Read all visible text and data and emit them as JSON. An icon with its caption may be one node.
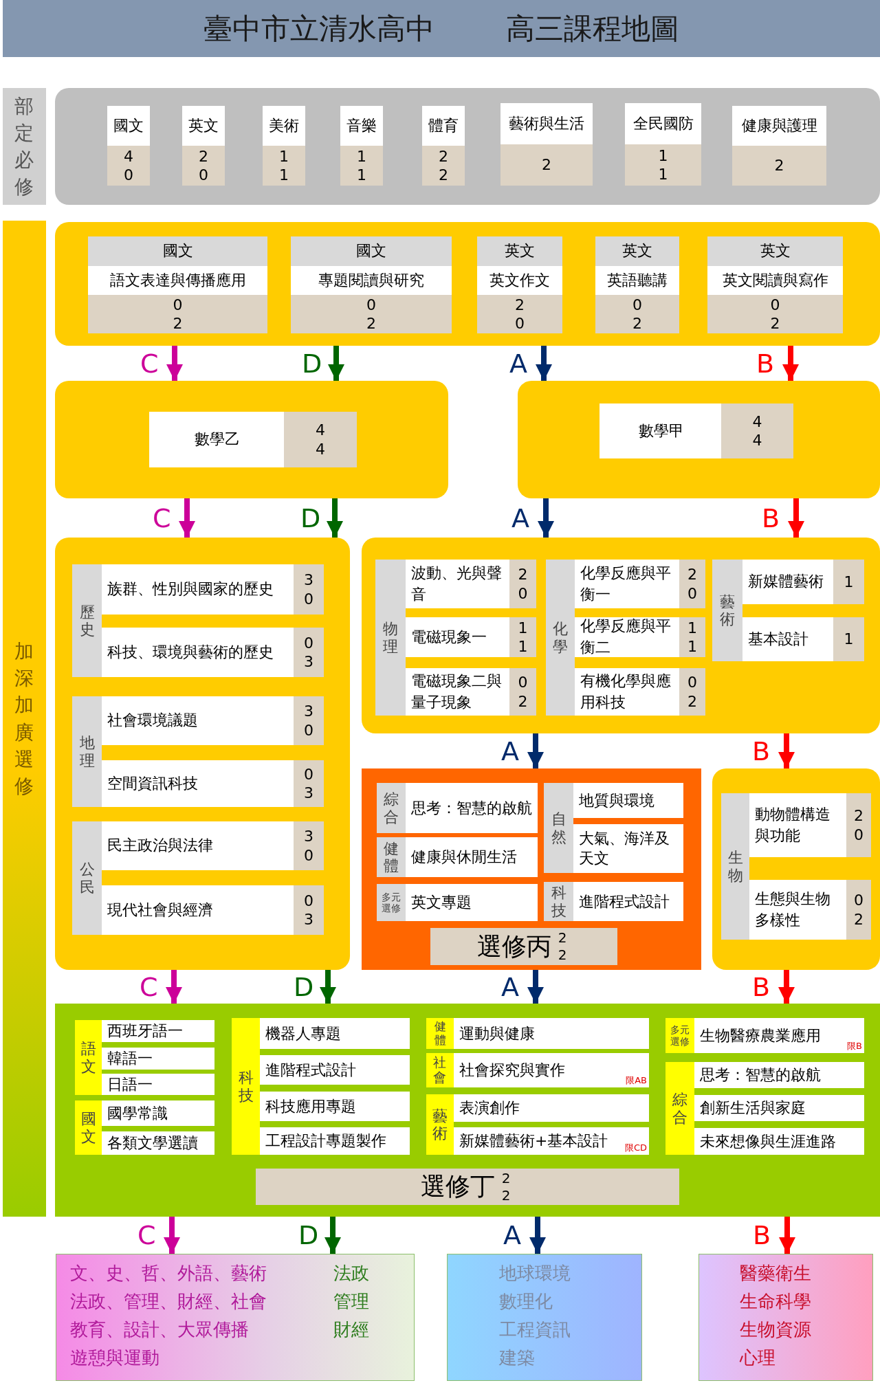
{
  "diagram": {
    "title": "臺中市立清水高中 高三課程地圖",
    "nodes": [
      {
        "text": [
          "部定必修"
        ]
      },
      {
        "text": [],
        "shape": "box"
      },
      {
        "text": [
          "國文",
          "4 0"
        ],
        "in": 1
      },
      {
        "text": [
          "英文",
          "2 0"
        ],
        "in": 1
      },
      {
        "text": [
          "美術",
          "1 1"
        ],
        "in": 1
      },
      {
        "text": [
          "音樂",
          "1 1"
        ],
        "in": 1
      },
      {
        "text": [
          "體育",
          "2 2"
        ],
        "in": 1
      },
      {
        "text": [
          "藝術與生活",
          "2"
        ],
        "in": 1
      },
      {
        "text": [
          "全民國防",
          "1 1"
        ],
        "in": 1
      },
      {
        "text": [
          "健康與護理",
          "2"
        ],
        "in": 1
      },
      {
        "text": [
          "加深加廣選修"
        ]
      },
      {
        "text": [],
        "shape": "box"
      },
      {
        "text": [
          "國文",
          "語文表達與傳播應用",
          "0 2"
        ],
        "in": 11
      },
      {
        "text": [
          "國文",
          "專題閱讀與研究",
          "0 2"
        ],
        "in": 11
      },
      {
        "text": [
          "英文",
          "英文作文",
          "2 0"
        ],
        "in": 11
      },
      {
        "text": [
          "英文",
          "英語聽講",
          "0 2"
        ],
        "in": 11
      },
      {
        "text": [
          "英文",
          "英文閱讀與寫作",
          "0 2"
        ],
        "in": 11
      },
      {
        "text": [],
        "shape": "box"
      },
      {
        "text": [
          "數學乙",
          "4 4"
        ],
        "in": 17
      },
      {
        "text": [],
        "shape": "box"
      },
      {
        "text": [
          "數學甲",
          "4 4"
        ],
        "in": 19
      },
      {
        "text": [],
        "shape": "box"
      },
      {
        "text": [
          "歷史"
        ],
        "in": 21
      },
      {
        "text": [
          "族群、性別與國家的歷史",
          "3 0"
        ],
        "in": 22
      },
      {
        "text": [
          "科技、環境與藝術的歷史",
          "0 3"
        ],
        "in": 22
      },
      {
        "text": [
          "地理"
        ],
        "in": 21
      },
      {
        "text": [
          "社會環境議題",
          "3 0"
        ],
        "in": 25
      },
      {
        "text": [
          "空間資訊科技",
          "0 3"
        ],
        "in": 25
      },
      {
        "text": [
          "公民"
        ],
        "in": 21
      },
      {
        "text": [
          "民主政治與法律",
          "3 0"
        ],
        "in": 28
      },
      {
        "text": [
          "現代社會與經濟",
          "0 3"
        ],
        "in": 28
      },
      {
        "text": [],
        "shape": "box"
      },
      {
        "text": [
          "物理"
        ],
        "in": 31
      },
      {
        "text": [
          "波動、光與聲音",
          "2 0"
        ],
        "in": 32
      },
      {
        "text": [
          "電磁現象一",
          "1 1"
        ],
        "in": 32
      },
      {
        "text": [
          "電磁現象二與量子現象",
          "0 2"
        ],
        "in": 32
      },
      {
        "text": [
          "化學"
        ],
        "in": 31
      },
      {
        "text": [
          "化學反應與平衡一",
          "2 0"
        ],
        "in": 36
      },
      {
        "text": [
          "化學反應與平衡二",
          "1 1"
        ],
        "in": 36
      },
      {
        "text": [
          "有機化學與應用科技",
          "0 2"
        ],
        "in": 36
      },
      {
        "text": [
          "藝術"
        ],
        "in": 31
      },
      {
        "text": [
          "新媒體藝術",
          "1"
        ],
        "in": 40
      },
      {
        "text": [
          "基本設計",
          "1"
        ],
        "in": 40
      },
      {
        "text": [
          "選修丙",
          "2 2"
        ]
      },
      {
        "text": [
          "綜合"
        ],
        "in": 43
      },
      {
        "text": [
          "思考：智慧的啟航"
        ],
        "in": 44
      },
      {
        "text": [
          "健體"
        ],
        "in": 43
      },
      {
        "text": [
          "健康與休閒生活"
        ],
        "in": 46
      },
      {
        "text": [
          "多元選修"
        ],
        "in": 43
      },
      {
        "text": [
          "英文專題"
        ],
        "in": 48
      },
      {
        "text": [
          "自然"
        ],
        "in": 43
      },
      {
        "text": [
          "地質與環境"
        ],
        "in": 50
      },
      {
        "text": [
          "大氣、海洋及天文"
        ],
        "in": 50
      },
      {
        "text": [
          "科技"
        ],
        "in": 43
      },
      {
        "text": [
          "進階程式設計"
        ],
        "in": 53
      },
      {
        "text": [],
        "shape": "box"
      },
      {
        "text": [
          "生物"
        ],
        "in": 55
      },
      {
        "text": [
          "動物體構造與功能",
          "2 0"
        ],
        "in": 56
      },
      {
        "text": [
          "生態與生物多樣性",
          "0 2"
        ],
        "in": 56
      },
      {
        "text": [
          "選修丁",
          "2 2"
        ]
      },
      {
        "text": [
          "語文"
        ],
        "in": 59
      },
      {
        "text": [
          "西班牙語一"
        ],
        "in": 60
      },
      {
        "text": [
          "韓語一"
        ],
        "in": 60
      },
      {
        "text": [
          "日語一"
        ],
        "in": 60
      },
      {
        "text": [
          "國文"
        ],
        "in": 59
      },
      {
        "text": [
          "國學常識"
        ],
        "in": 64
      },
      {
        "text": [
          "各類文學選讀"
        ],
        "in": 64
      },
      {
        "text": [
          "科技"
        ],
        "in": 59
      },
      {
        "text": [
          "機器人專題"
        ],
        "in": 67
      },
      {
        "text": [
          "進階程式設計"
        ],
        "in": 67
      },
      {
        "text": [
          "科技應用專題"
        ],
        "in": 67
      },
      {
        "text": [
          "工程設計專題製作"
        ],
        "in": 67
      },
      {
        "text": [
          "健體"
        ],
        "in": 59
      },
      {
        "text": [
          "運動與健康"
        ],
        "in": 72
      },
      {
        "text": [
          "社會"
        ],
        "in": 59
      },
      {
        "text": [
          "社會探究與實作",
          "限AB"
        ],
        "in": 74
      },
      {
        "text": [
          "藝術"
        ],
        "in": 59
      },
      {
        "text": [
          "表演創作"
        ],
        "in": 76
      },
      {
        "text": [
          "新媒體藝術+基本設計",
          "限CD"
        ],
        "in": 76
      },
      {
        "text": [
          "多元選修"
        ],
        "in": 59
      },
      {
        "text": [
          "生物醫療農業應用",
          "限B"
        ],
        "in": 79
      },
      {
        "text": [
          "綜合"
        ],
        "in": 59
      },
      {
        "text": [
          "思考：智慧的啟航"
        ],
        "in": 81
      },
      {
        "text": [
          "創新生活與家庭"
        ],
        "in": 81
      },
      {
        "text": [
          "未來想像與生涯進路"
        ],
        "in": 81
      },
      {
        "text": [
          "文、史、哲、外語、藝術",
          "法政、管理、財經、社會",
          "教育、設計、大眾傳播",
          "遊憩與運動",
          "法政",
          "管理",
          "財經"
        ]
      },
      {
        "text": [
          "地球環境",
          "數理化",
          "工程資訊",
          "建築"
        ]
      },
      {
        "text": [
          "醫藥衛生",
          "生命科學",
          "生物資源",
          "心理"
        ]
      }
    ],
    "edges": [
      {
        "from": 11,
        "to": 17,
        "arrow": "to",
        "label": "C",
        "color": "#cc0099"
      },
      {
        "from": 11,
        "to": 17,
        "arrow": "to",
        "label": "D",
        "color": "#006600"
      },
      {
        "from": 11,
        "to": 19,
        "arrow": "to",
        "label": "A",
        "color": "#002a6b"
      },
      {
        "from": 11,
        "to": 19,
        "arrow": "to",
        "label": "B",
        "color": "#ff0000"
      },
      {
        "from": 17,
        "to": 21,
        "arrow": "to",
        "label": "C",
        "color": "#cc0099"
      },
      {
        "from": 17,
        "to": 21,
        "arrow": "to",
        "label": "D",
        "color": "#006600"
      },
      {
        "from": 19,
        "to": 31,
        "arrow": "to",
        "label": "A",
        "color": "#002a6b"
      },
      {
        "from": 19,
        "to": 31,
        "arrow": "to",
        "label": "B",
        "color": "#ff0000"
      },
      {
        "from": 31,
        "to": 43,
        "arrow": "to",
        "label": "A",
        "color": "#002a6b"
      },
      {
        "from": 31,
        "to": 55,
        "arrow": "to",
        "label": "B",
        "color": "#ff0000"
      },
      {
        "from": 21,
        "to": 59,
        "arrow": "to",
        "label": "C",
        "color": "#cc0099"
      },
      {
        "from": 21,
        "to": 59,
        "arrow": "to",
        "label": "D",
        "color": "#006600"
      },
      {
        "from": 43,
        "to": 59,
        "arrow": "to",
        "label": "A",
        "color": "#002a6b"
      },
      {
        "from": 55,
        "to": 59,
        "arrow": "to",
        "label": "B",
        "color": "#ff0000"
      },
      {
        "from": 59,
        "to": 85,
        "arrow": "to",
        "label": "C",
        "color": "#cc0099"
      },
      {
        "from": 59,
        "to": 85,
        "arrow": "to",
        "label": "D",
        "color": "#006600"
      },
      {
        "from": 59,
        "to": 86,
        "arrow": "to",
        "label": "A",
        "color": "#002a6b"
      },
      {
        "from": 59,
        "to": 87,
        "arrow": "to",
        "label": "B",
        "color": "#ff0000"
      }
    ]
  }
}
